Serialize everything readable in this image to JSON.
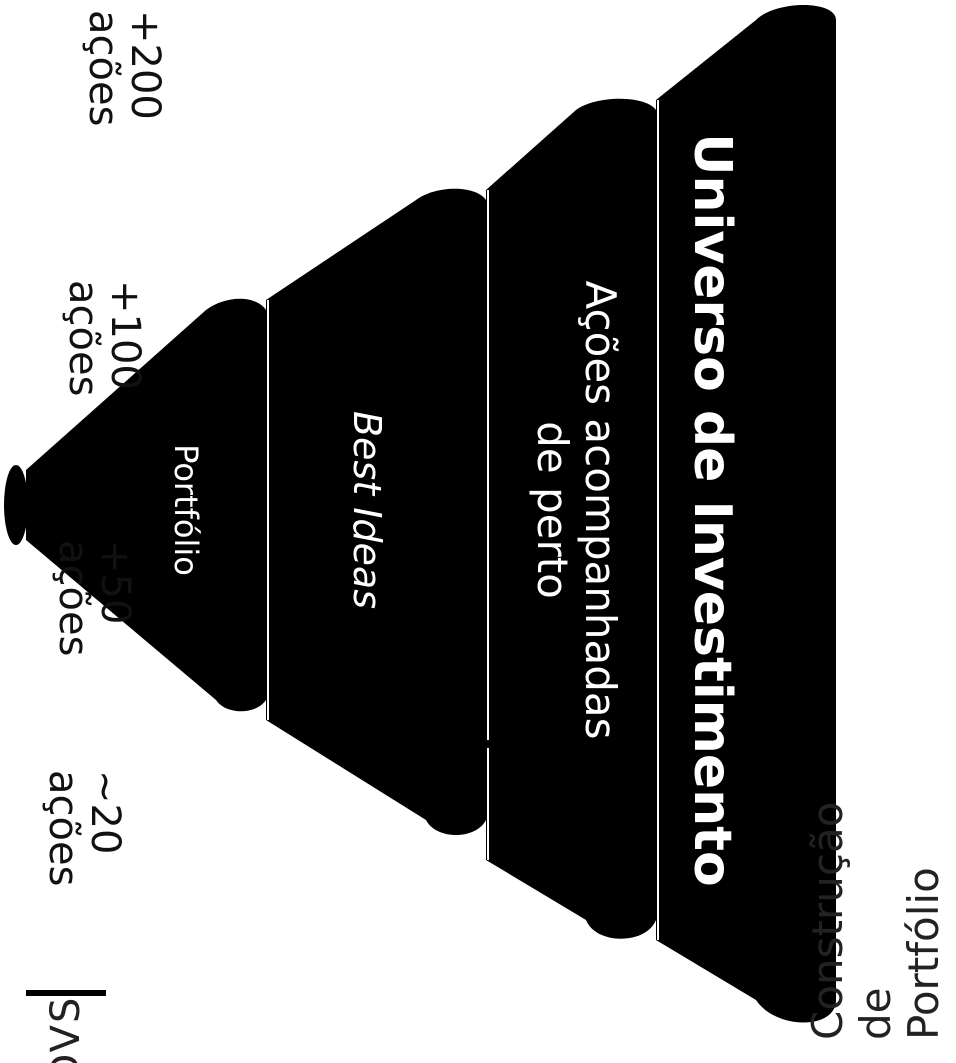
{
  "funnel": {
    "stages": [
      {
        "label": "Universo de Investimento",
        "count_value": "+200",
        "count_unit": "ações"
      },
      {
        "label_line1": "Ações acompanhadas",
        "label_line2": "de perto",
        "count_value": "+100",
        "count_unit": "ações"
      },
      {
        "label": "Best Ideas",
        "count_value": "+50",
        "count_unit": "ações"
      },
      {
        "label": "Portfólio",
        "count_value": "~20",
        "count_unit": "ações"
      }
    ]
  },
  "title": {
    "line1": "Construção de",
    "line2": "Portfólio"
  },
  "logo": {
    "text": "DVS"
  },
  "colors": {
    "funnel": "#000000",
    "text_on_funnel": "#ffffff",
    "text": "#111111"
  }
}
